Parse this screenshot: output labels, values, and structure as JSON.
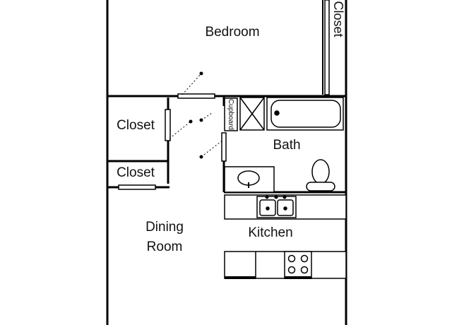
{
  "rooms": {
    "bedroom": "Bedroom",
    "closet_top_right": "Closet",
    "closet_upper": "Closet",
    "closet_lower": "Closet",
    "cupboard": "Cupboard",
    "bath": "Bath",
    "dining_line1": "Dining",
    "dining_line2": "Room",
    "kitchen": "Kitchen"
  },
  "colors": {
    "wall": "#000000",
    "background": "#ffffff"
  }
}
